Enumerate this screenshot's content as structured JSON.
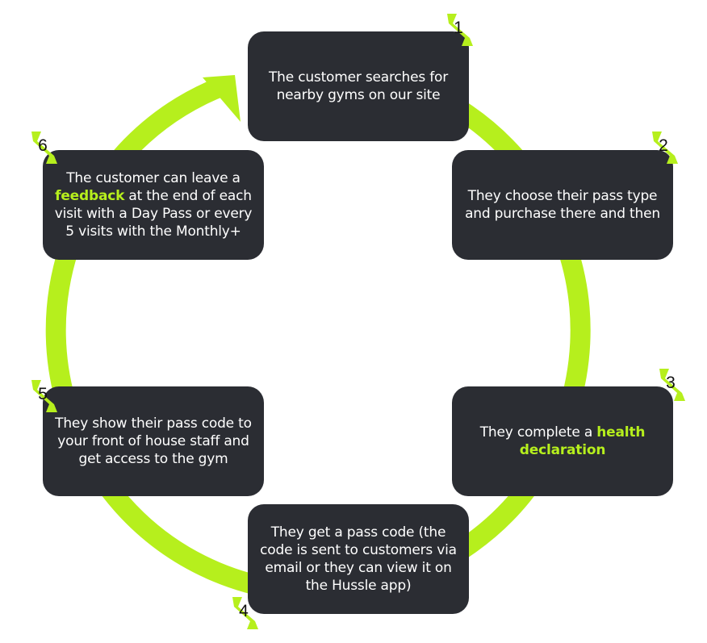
{
  "colors": {
    "accent": "#b6ef1d",
    "box": "#2b2d33",
    "text": "#ffffff"
  },
  "steps": [
    {
      "number": "1",
      "text": "The customer searches for nearby gyms on our site"
    },
    {
      "number": "2",
      "text": "They choose their pass type and purchase there and then"
    },
    {
      "number": "3",
      "text_before": "They complete a ",
      "highlight": "health declaration",
      "text_after": ""
    },
    {
      "number": "4",
      "text": "They get a pass code (the code is sent to customers via email or they can view it on the Hussle app)"
    },
    {
      "number": "5",
      "text": "They show their pass code to your front of house staff and get access to the gym"
    },
    {
      "number": "6",
      "text_before": "The customer can leave a ",
      "highlight": "feedback",
      "text_after": " at the end of each visit with a Day Pass or every 5 visits with the Monthly+"
    }
  ]
}
